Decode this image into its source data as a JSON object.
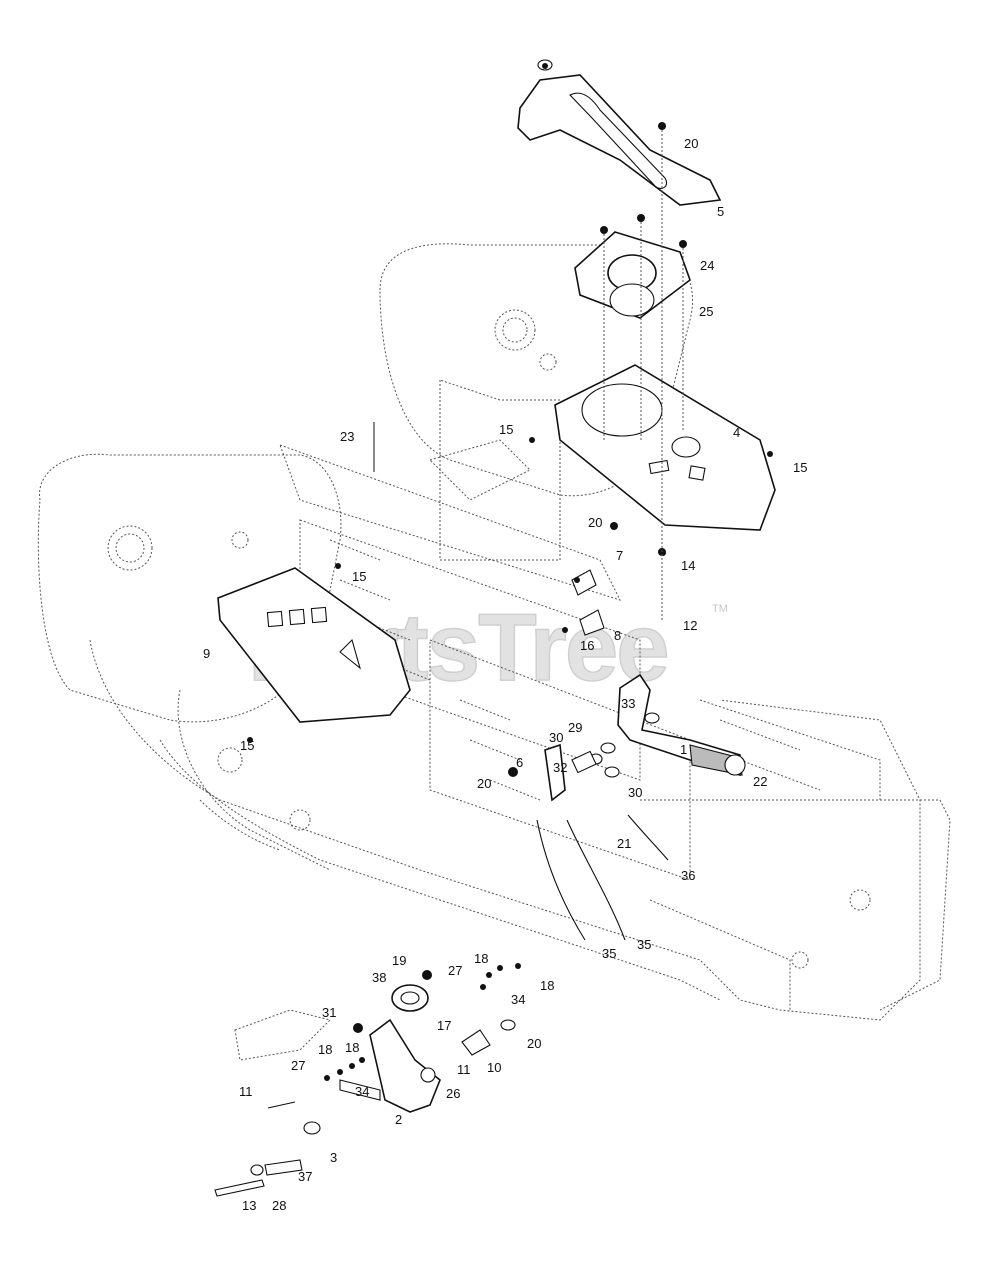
{
  "watermark": {
    "text": "PartsTree",
    "trademark": "TM"
  },
  "callouts": [
    "1",
    "2",
    "3",
    "4",
    "5",
    "6",
    "7",
    "8",
    "9",
    "10",
    "11",
    "11",
    "12",
    "13",
    "14",
    "15",
    "15",
    "15",
    "15",
    "16",
    "17",
    "18",
    "18",
    "18",
    "18",
    "19",
    "20",
    "20",
    "20",
    "20",
    "21",
    "22",
    "23",
    "24",
    "25",
    "26",
    "27",
    "27",
    "28",
    "29",
    "30",
    "30",
    "31",
    "32",
    "33",
    "34",
    "34",
    "35",
    "35",
    "36",
    "37",
    "38"
  ]
}
